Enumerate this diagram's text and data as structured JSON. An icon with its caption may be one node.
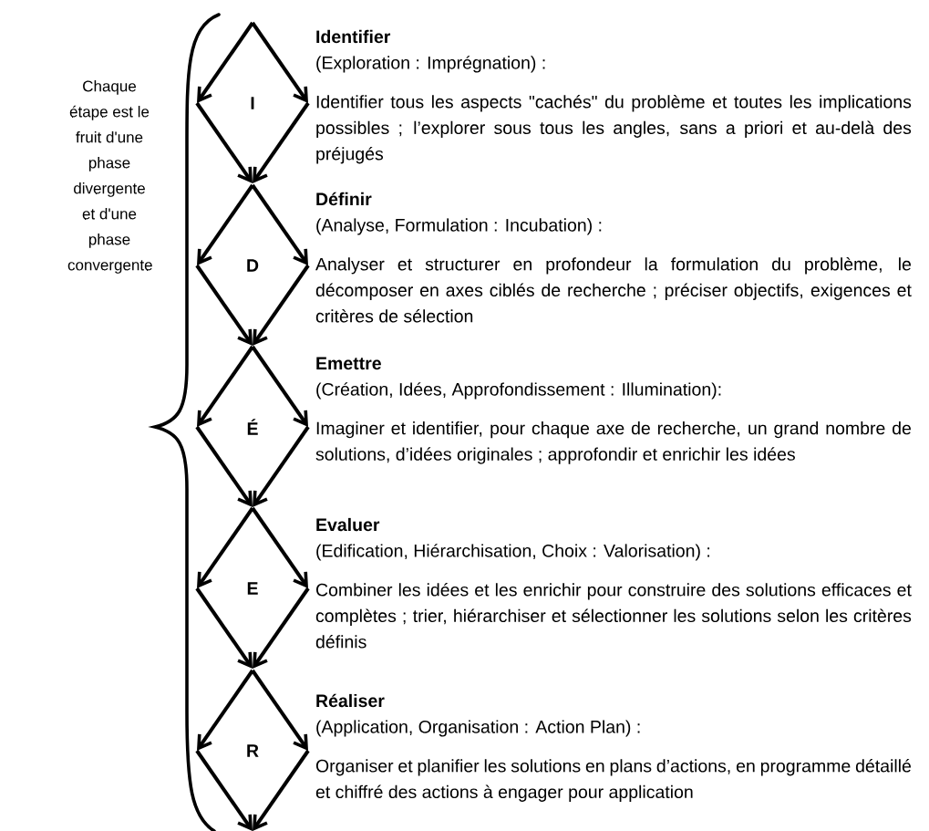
{
  "diagram": {
    "nodes": [
      {
        "text": [
          "I"
        ],
        "beside": [
          "Identifier",
          "(Exploration : Imprégnation) :",
          "Identifier tous les aspects \"cachés\" du problème et toutes les implications possibles ; l’explorer sous tous les angles, sans a priori et au-delà des préjugés"
        ]
      },
      {
        "text": [
          "D"
        ],
        "beside": [
          "Définir",
          "(Analyse, Formulation : Incubation) :",
          "Analyser et structurer en profondeur la formulation du problème, le décomposer en axes ciblés de recherche ; préciser objectifs, exigences et critères de sélection"
        ]
      },
      {
        "text": [
          "É"
        ],
        "beside": [
          "Emettre",
          "(Création, Idées, Approfondissement : Illumination):",
          "Imaginer et identifier, pour chaque axe de recherche, un grand nombre de solutions, d’idées originales ; approfondir et enrichir les idées"
        ]
      },
      {
        "text": [
          "E"
        ],
        "beside": [
          "Evaluer",
          "(Edification, Hiérarchisation, Choix : Valorisation) :",
          "Combiner les idées et les enrichir pour construire des solutions efficaces et complètes ; trier, hiérarchiser et sélectionner les solutions selon les critères définis"
        ]
      },
      {
        "text": [
          "R"
        ],
        "beside": [
          "Réaliser",
          "(Application, Organisation : Action Plan) :",
          "Organiser et planifier les solutions en plans d’actions, en programme détaillé et chiffré des actions à engager pour application"
        ]
      }
    ],
    "labels": [
      "Chaque étape est le fruit d'une phase divergente et d'une phase convergente"
    ]
  }
}
